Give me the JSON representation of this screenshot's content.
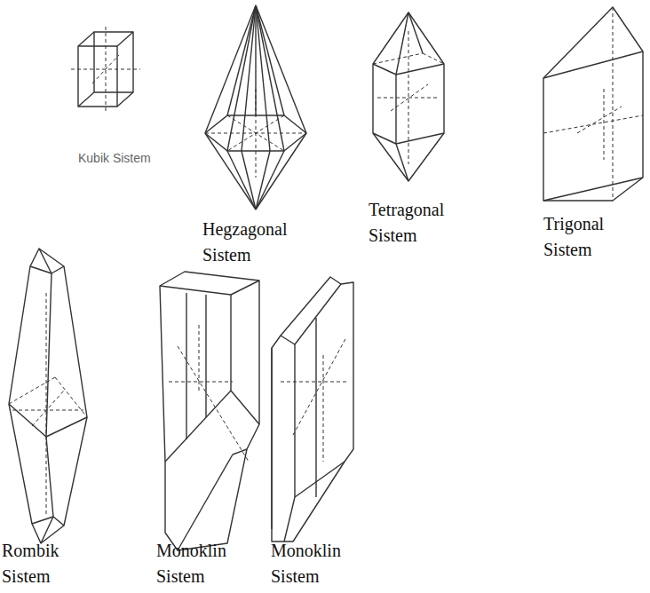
{
  "diagram": {
    "labels": [
      "Kubik Sistem",
      "Hegzagonal Sistem",
      "Tetragonal Sistem",
      "Trigonal Sistem",
      "Rombik Sistem",
      "Monoklin Sistem",
      "Monoklin Sistem"
    ]
  }
}
